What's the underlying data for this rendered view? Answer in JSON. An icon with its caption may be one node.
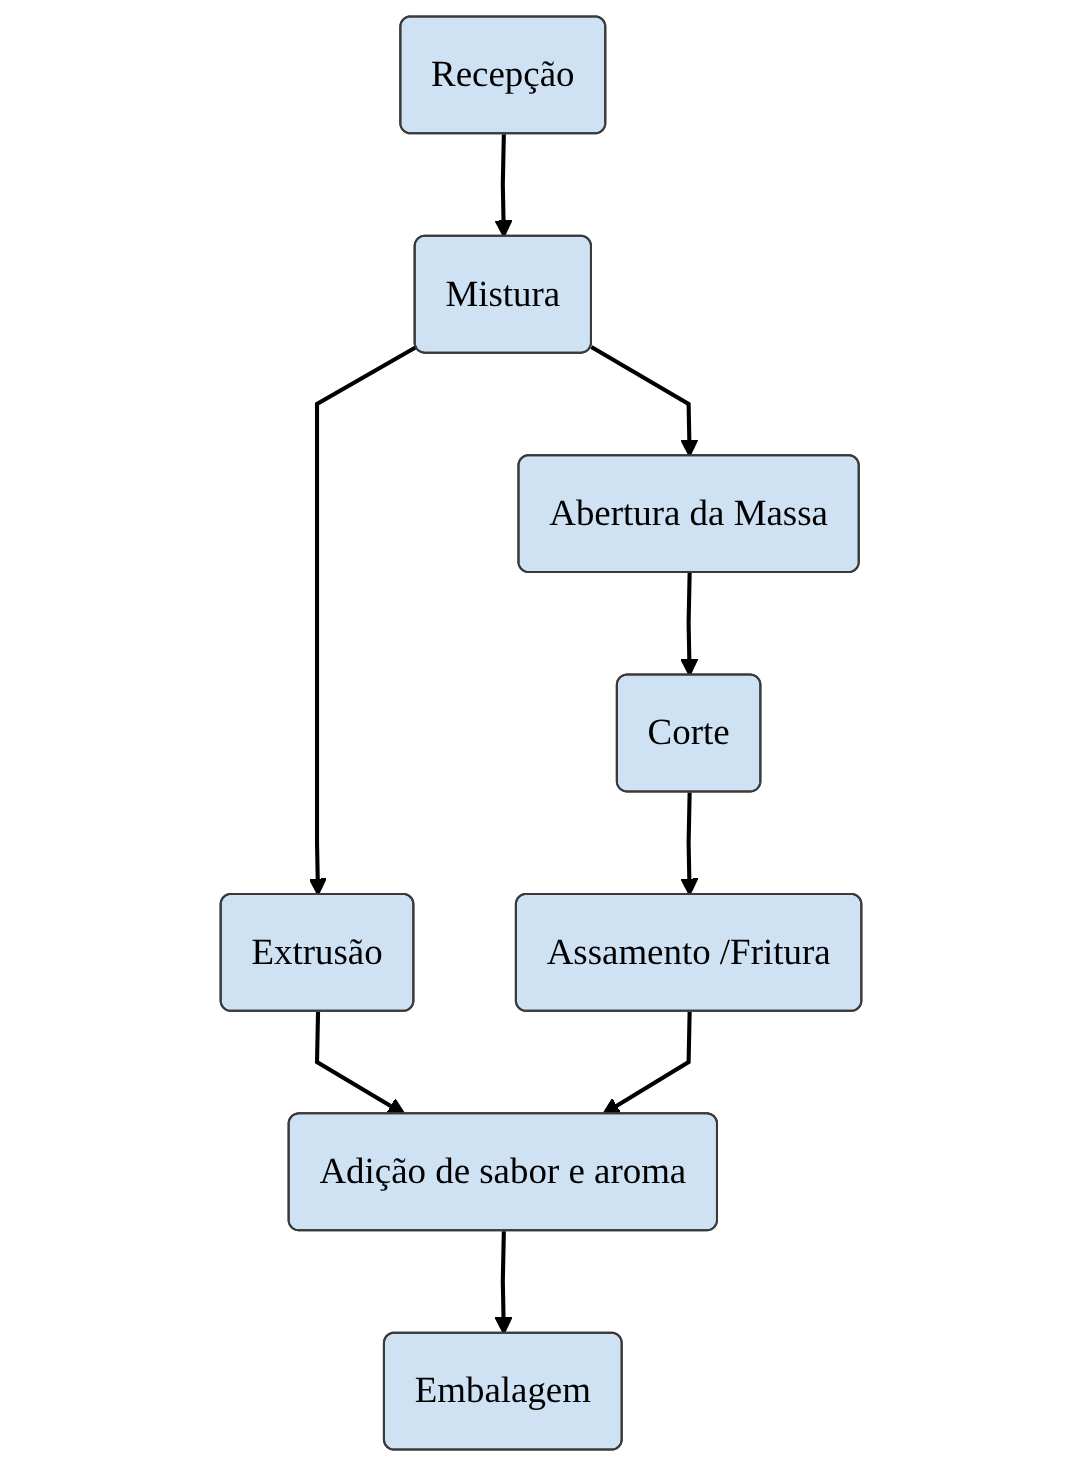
{
  "diagram": {
    "nodes": [
      {
        "text": [
          "Recepção"
        ]
      },
      {
        "text": [
          "Mistura"
        ]
      },
      {
        "text": [
          "Extrusão"
        ]
      },
      {
        "text": [
          "Abertura da Massa"
        ]
      },
      {
        "text": [
          "Corte"
        ]
      },
      {
        "text": [
          "Assamento /Fritura"
        ]
      },
      {
        "text": [
          "Adição de sabor e aroma"
        ]
      },
      {
        "text": [
          "Embalagem"
        ]
      }
    ],
    "edges": [
      {
        "from": 0,
        "to": 1,
        "arrow": "to"
      },
      {
        "from": 1,
        "to": 2,
        "arrow": "to"
      },
      {
        "from": 1,
        "to": 3,
        "arrow": "to"
      },
      {
        "from": 3,
        "to": 4,
        "arrow": "to"
      },
      {
        "from": 4,
        "to": 5,
        "arrow": "to"
      },
      {
        "from": 2,
        "to": 6,
        "arrow": "to"
      },
      {
        "from": 5,
        "to": 6,
        "arrow": "to"
      },
      {
        "from": 6,
        "to": 7,
        "arrow": "to"
      }
    ]
  }
}
